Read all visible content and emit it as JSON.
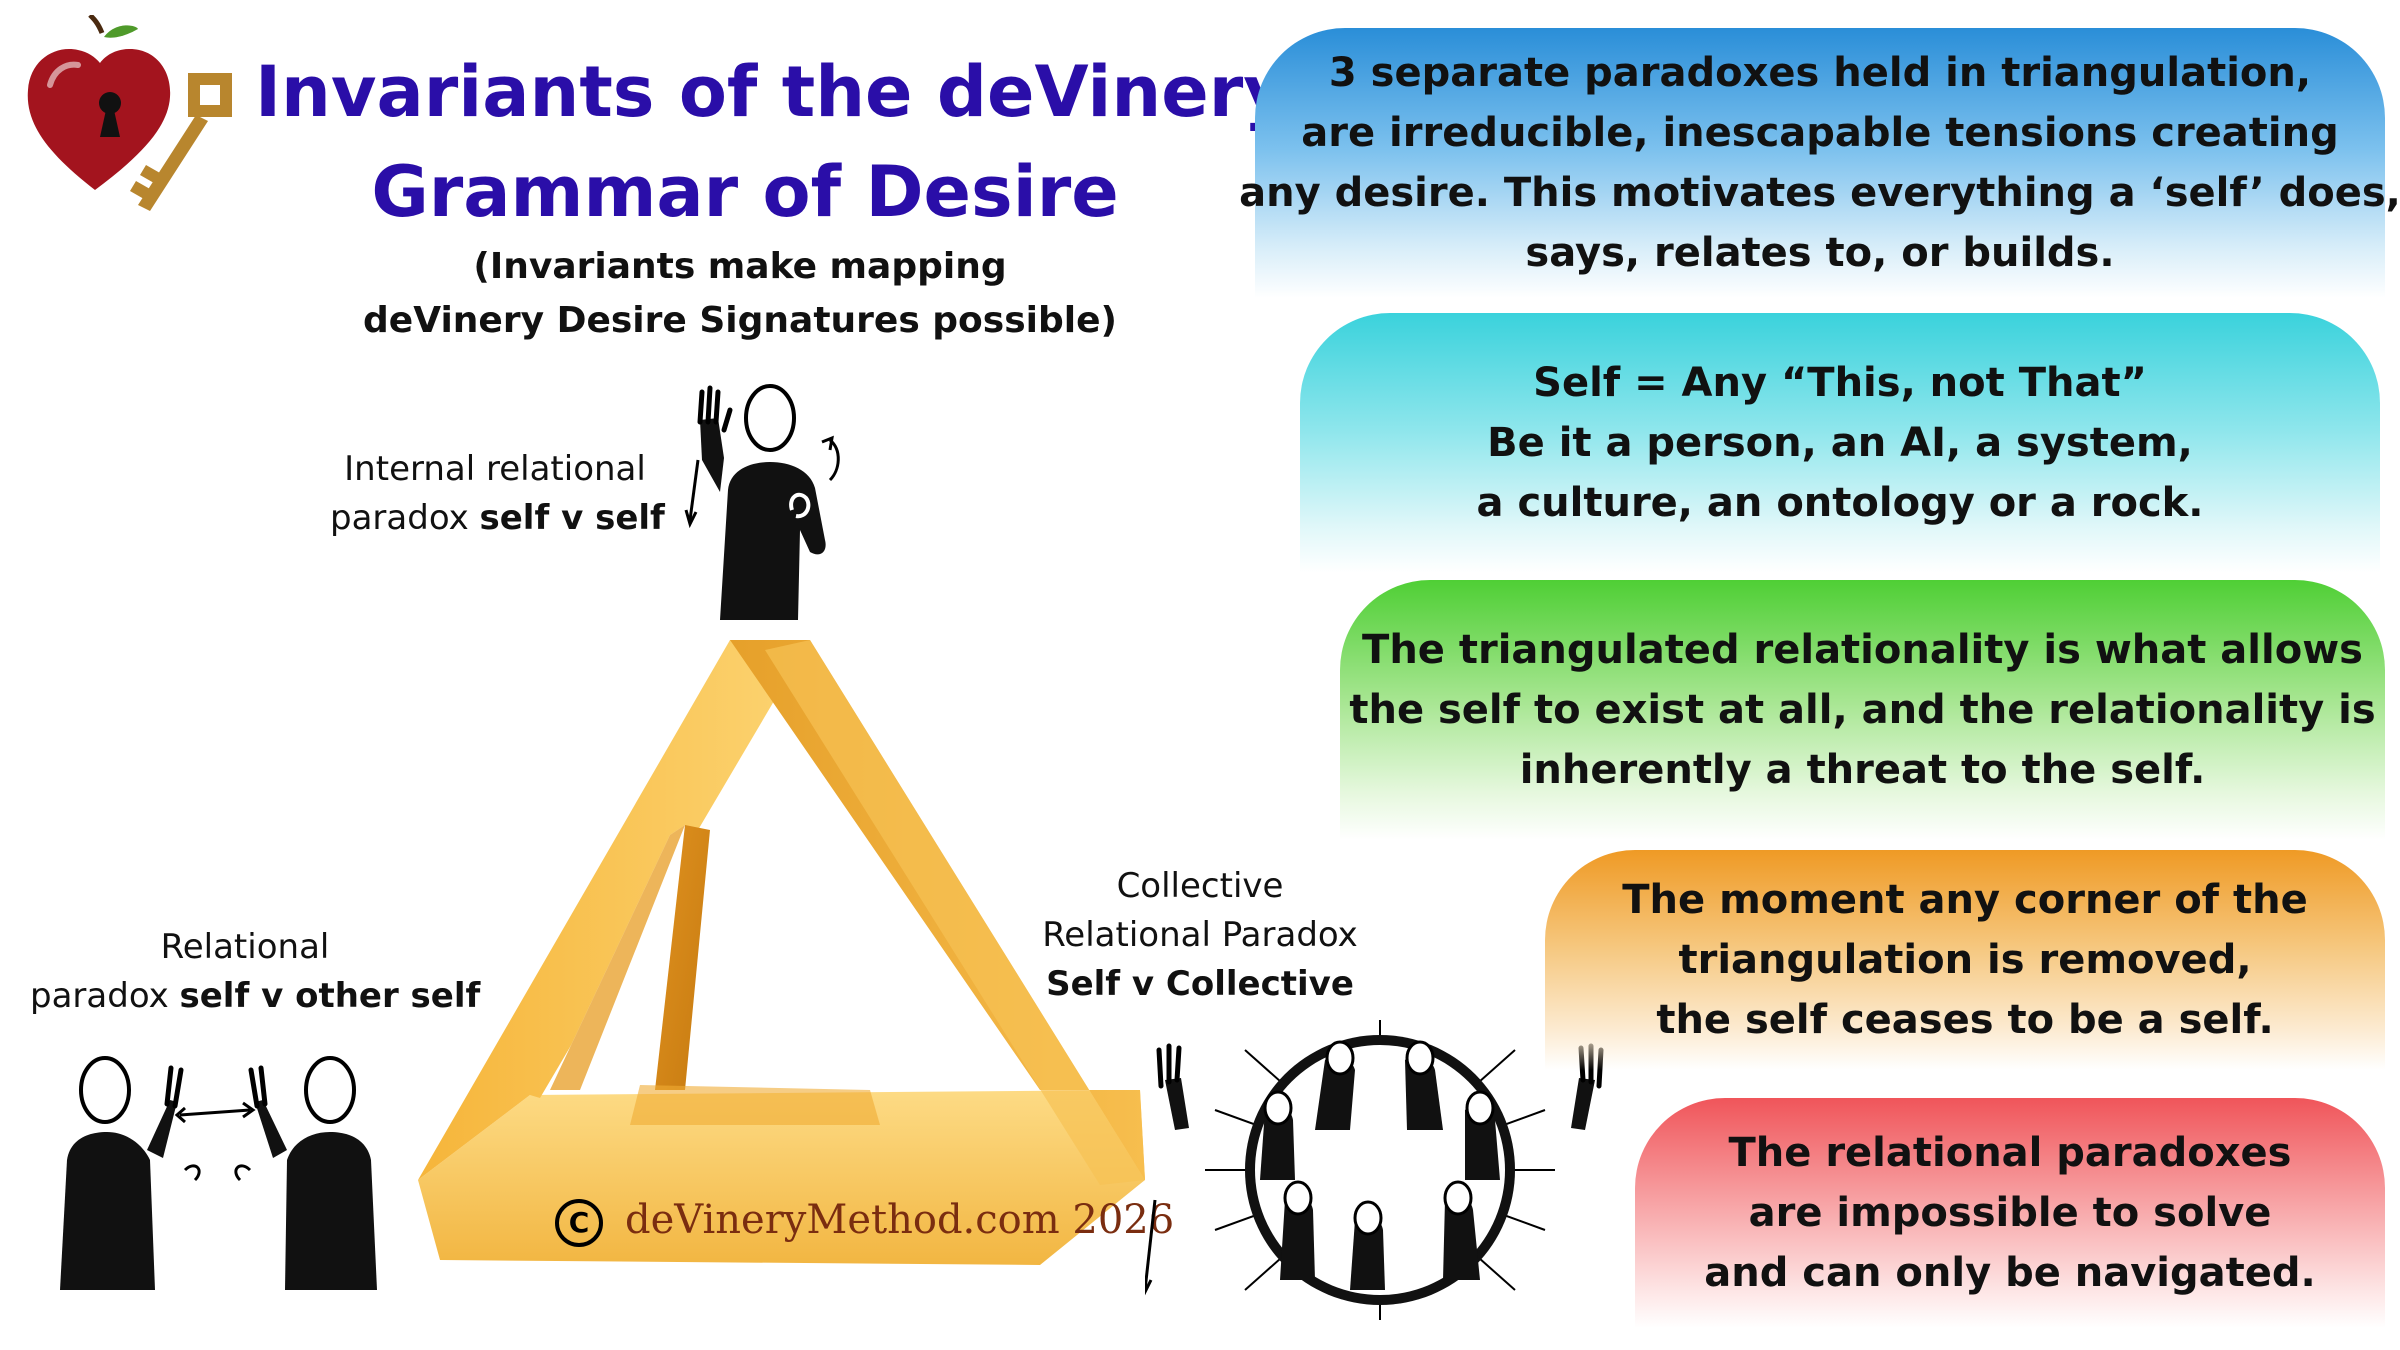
{
  "title": {
    "line1": "Invariants of the deVinery",
    "line2": "Grammar of Desire"
  },
  "subtitle": {
    "line1": "(Invariants make mapping",
    "line2": "deVinery Desire Signatures possible)"
  },
  "corners": {
    "internal": {
      "line1": "Internal relational",
      "line2_prefix": "paradox ",
      "line2_bold": "self v self"
    },
    "relational": {
      "line1": "Relational",
      "line2_prefix": "paradox ",
      "line2_bold": "self v other self"
    },
    "collective": {
      "line1": "Collective",
      "line2": "Relational Paradox",
      "line3_bold": "Self v Collective"
    }
  },
  "bubbles": [
    {
      "lines": [
        "3 separate paradoxes held in triangulation,",
        "are irreducible, inescapable tensions creating",
        "any desire. This motivates everything a ‘self’ does,",
        "says, relates to, or builds."
      ]
    },
    {
      "lines": [
        "Self = Any “This, not That”",
        "Be it a person, an AI, a system,",
        "a culture, an ontology or a rock."
      ]
    },
    {
      "lines": [
        "The triangulated relationality is what allows",
        "the self to exist at all, and the relationality is",
        "inherently a threat to the self."
      ]
    },
    {
      "lines": [
        "The moment any corner of the",
        "triangulation is removed,",
        "the self ceases to be a self."
      ]
    },
    {
      "lines": [
        "The relational paradoxes",
        "are impossible to solve",
        "and can only be navigated."
      ]
    }
  ],
  "copyright": {
    "symbol": "C",
    "text": "deVineryMethod.com 2026"
  },
  "colors": {
    "title": "#2a0ea8",
    "triangle_light": "#fcd270",
    "triangle_mid": "#f2b33d",
    "triangle_dark": "#d98c16",
    "bubble_blue": "#2a8ed8",
    "bubble_cyan": "#3ad2dc",
    "bubble_green": "#4fcf35",
    "bubble_orange": "#ef9a25",
    "bubble_red": "#f0555a",
    "copyright": "#7a2d10"
  },
  "icons": [
    "apple-heart-keyhole-icon",
    "key-icon",
    "signing-person-icon",
    "two-people-icon",
    "collective-circle-icon"
  ]
}
